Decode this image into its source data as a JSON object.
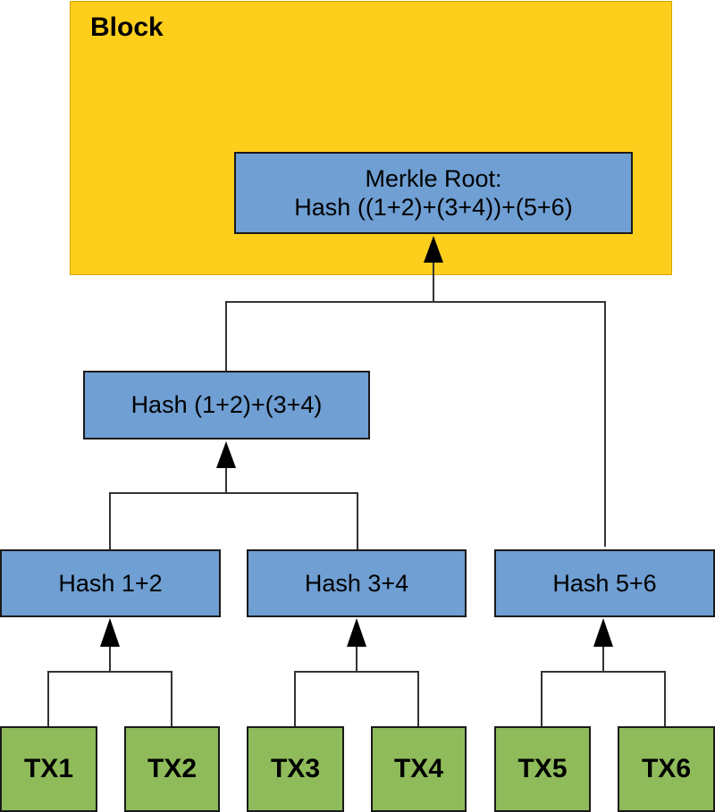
{
  "block": {
    "label": "Block"
  },
  "merkle_root": {
    "line1": "Merkle Root:",
    "line2": "Hash ((1+2)+(3+4))+(5+6)"
  },
  "hash_1234": {
    "label": "Hash (1+2)+(3+4)"
  },
  "hash_12": {
    "label": "Hash 1+2"
  },
  "hash_34": {
    "label": "Hash 3+4"
  },
  "hash_56": {
    "label": "Hash 5+6"
  },
  "transactions": [
    "TX1",
    "TX2",
    "TX3",
    "TX4",
    "TX5",
    "TX6"
  ],
  "colors": {
    "block_fill": "#fdcf1c",
    "hash_fill": "#6f9fd3",
    "tx_fill": "#8fbb5a",
    "connector": "#333333",
    "arrow": "#000000"
  }
}
